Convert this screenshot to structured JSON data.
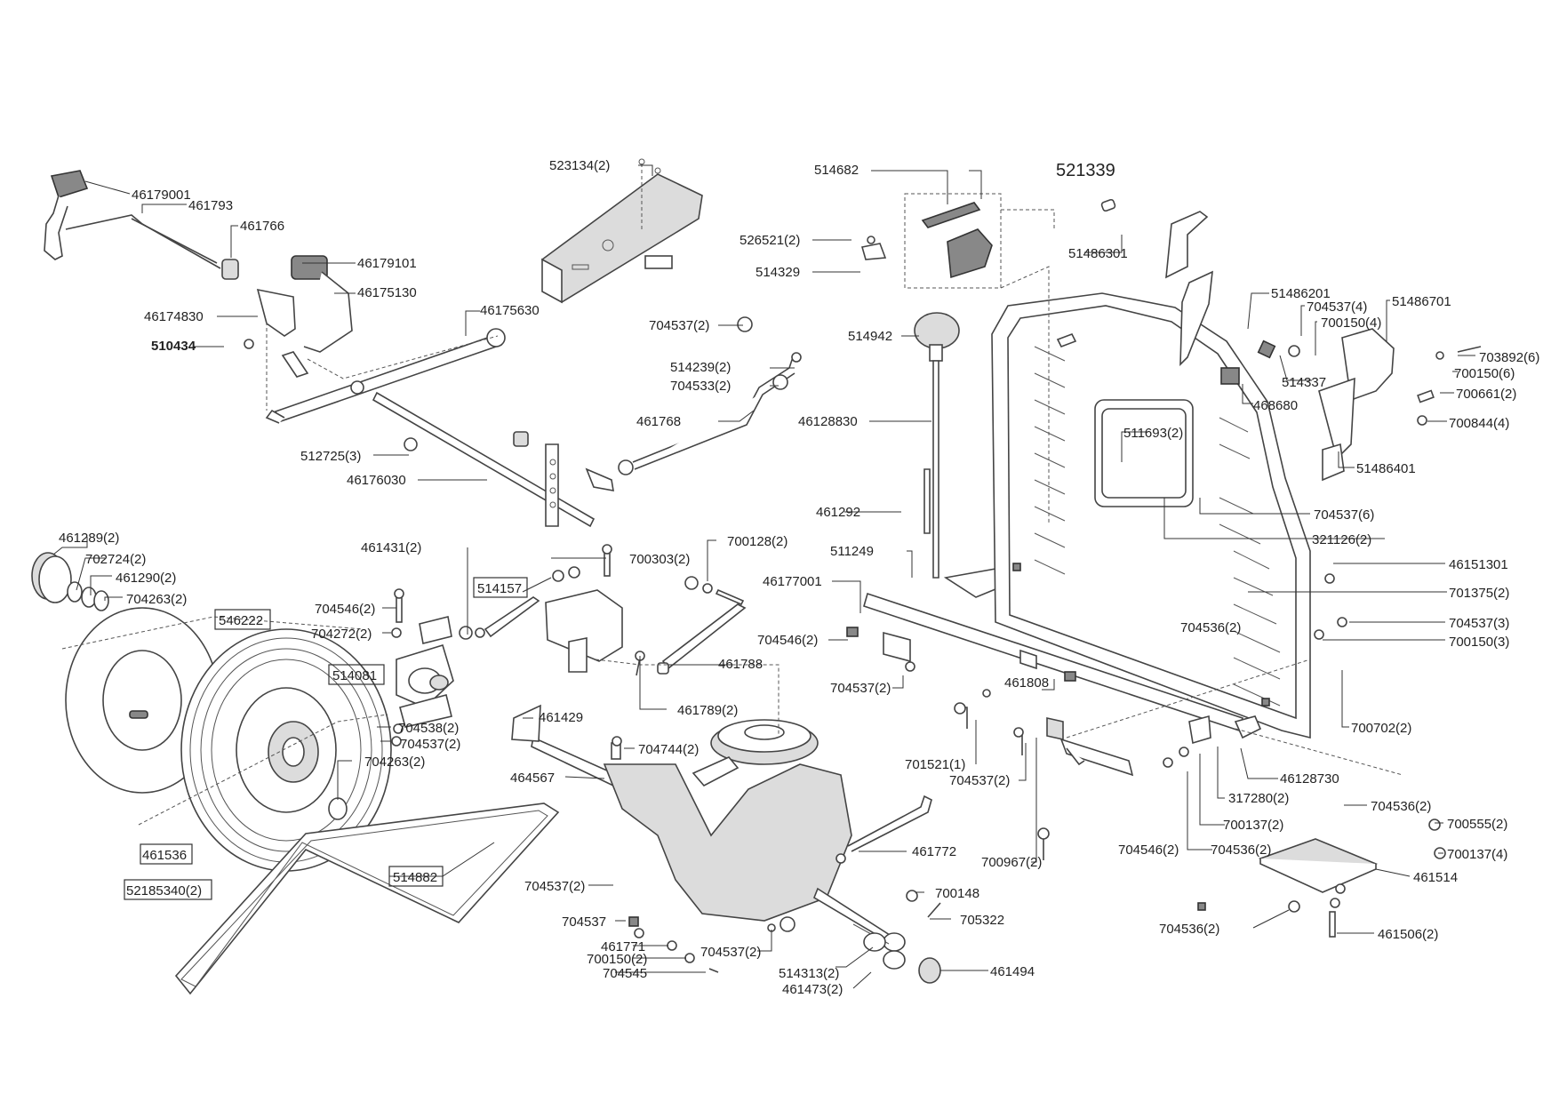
{
  "labels": {
    "p46179001": "46179001",
    "p461793": "461793",
    "p461766": "461766",
    "p46179101": "46179101",
    "p46175130": "46175130",
    "p46174830": "46174830",
    "p510434": "510434",
    "p46175630": "46175630",
    "p512725": "512725(3)",
    "p46176030": "46176030",
    "p523134": "523134(2)",
    "p704537_2a": "704537(2)",
    "p514239": "514239(2)",
    "p704533": "704533(2)",
    "p461768": "461768",
    "p514682": "514682",
    "p521339": "521339",
    "p526521": "526521(2)",
    "p514329": "514329",
    "p514942": "514942",
    "p46128830": "46128830",
    "p461292": "461292",
    "p511249": "511249",
    "p46177001": "46177001",
    "p704546_2a": "704546(2)",
    "p704537_2b": "704537(2)",
    "p461808": "461808",
    "p701521": "701521(1)",
    "p704537_2c": "704537(2)",
    "p700967": "700967(2)",
    "p704546_2b": "704546(2)",
    "p704536_2a": "704536(2)",
    "p700137_2": "700137(2)",
    "p317280": "317280(2)",
    "p46128730": "46128730",
    "p51486301": "51486301",
    "p51486201": "51486201",
    "p704537_4": "704537(4)",
    "p700150_4": "700150(4)",
    "p51486701": "51486701",
    "p514337": "514337",
    "p468680": "468680",
    "p703892": "703892(6)",
    "p700150_6": "700150(6)",
    "p700661": "700661(2)",
    "p700844": "700844(4)",
    "p51486401": "51486401",
    "p511693": "511693(2)",
    "p704537_6": "704537(6)",
    "p321126": "321126(2)",
    "p46151301": "46151301",
    "p701375": "701375(2)",
    "p704536_2b": "704536(2)",
    "p704537_3": "704537(3)",
    "p700150_3": "700150(3)",
    "p700702": "700702(2)",
    "p704536_2c": "704536(2)",
    "p700555": "700555(2)",
    "p700137_4": "700137(4)",
    "p461514": "461514",
    "p704536_2d": "704536(2)",
    "p461506": "461506(2)",
    "p461289": "461289(2)",
    "p702724": "702724(2)",
    "p461290": "461290(2)",
    "p704263_2a": "704263(2)",
    "p546222": "546222",
    "p461431": "461431(2)",
    "p704546_2c": "704546(2)",
    "p704272": "704272(2)",
    "p514157": "514157",
    "p514081": "514081",
    "p704538": "704538(2)",
    "p704537_2d": "704537(2)",
    "p704263_2b": "704263(2)",
    "p461536": "461536",
    "p52185340": "52185340(2)",
    "p700303": "700303(2)",
    "p700128": "700128(2)",
    "p461788": "461788",
    "p461789": "461789(2)",
    "p461429": "461429",
    "p464567": "464567",
    "p704744": "704744(2)",
    "p514882": "514882",
    "p461772": "461772",
    "p704537_2e": "704537(2)",
    "p700148": "700148",
    "p705322": "705322",
    "p704537": "704537",
    "p461771": "461771",
    "p700150_2": "700150(2)",
    "p704545": "704545",
    "p704537_2f": "704537(2)",
    "p514313": "514313(2)",
    "p461473": "461473(2)",
    "p461494": "461494"
  }
}
